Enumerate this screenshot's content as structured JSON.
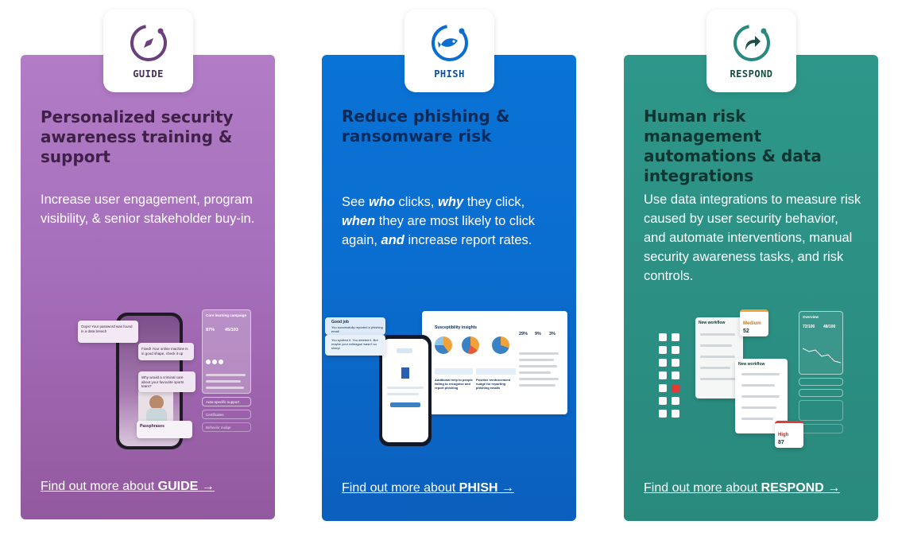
{
  "cards": {
    "guide": {
      "badge": "GUIDE",
      "title": "Personalized security awareness training & support",
      "desc": "Increase user engagement, program visibility, & senior stakeholder buy-in.",
      "cta_prefix": "Find out more about ",
      "cta_product": "GUIDE",
      "cta_arrow": " →",
      "accent": "#a66fbb"
    },
    "phish": {
      "badge": "PHISH",
      "desc_parts": [
        "See ",
        "who",
        " clicks, ",
        "why",
        " they click, ",
        "when",
        " they are most likely to click again, ",
        "and",
        " increase report rates."
      ],
      "title": "Reduce phishing & ransomware risk",
      "cta_prefix": "Find out more about ",
      "cta_product": "PHISH",
      "cta_arrow": " →",
      "accent": "#0a6ed0"
    },
    "respond": {
      "badge": "RESPOND",
      "title": "Human risk management automations & data integrations",
      "desc": "Use data integrations to measure risk caused by user security behavior, and automate interventions, manual security awareness tasks, and risk controls.",
      "cta_prefix": "Find out more about ",
      "cta_product": "RESPOND",
      "cta_arrow": " →",
      "accent": "#29897d"
    }
  },
  "icons": {
    "guide": "compass-icon",
    "phish": "fish-icon",
    "respond": "redirect-arrow-icon"
  },
  "mockups": {
    "guide": {
      "chat_1": "Oops! Your password was found in a data breach",
      "chat_2": "Fixed! Your online machine is in good shape, check it up",
      "chat_3": "Why would a criminal care about your favourite sports team?",
      "side_title": "Core learning campaign",
      "stat_1": "87%",
      "stat_2": "45/103",
      "side_item_1": "Auto-specific support",
      "side_item_2": "Certificates",
      "side_item_3": "Behavior nudge",
      "video_caption": "Passphrases"
    },
    "phish": {
      "toast_1_title": "Good job",
      "toast_1_text": "You successfully reported a phishing email",
      "toast_2_text": "You spotted it. You deleted it. But maybe your colleague wasn't so sharp!",
      "dash_title": "Susceptibility insights",
      "stat_1": "29%",
      "stat_2": "9%",
      "stat_3": "3%",
      "block_1": "Additional help to people failing to recognise and report phishing",
      "block_2": "Positive reinforcement nudge for reporting phishing emails"
    },
    "respond": {
      "wf_1": "New workflow",
      "wf_2": "New workflow",
      "risk_1_label": "Medium",
      "risk_1_score": "52",
      "risk_2_label": "High",
      "risk_2_score": "87",
      "overview": "Overview",
      "ov_stat_1": "72/100",
      "ov_stat_2": "48/100"
    }
  }
}
